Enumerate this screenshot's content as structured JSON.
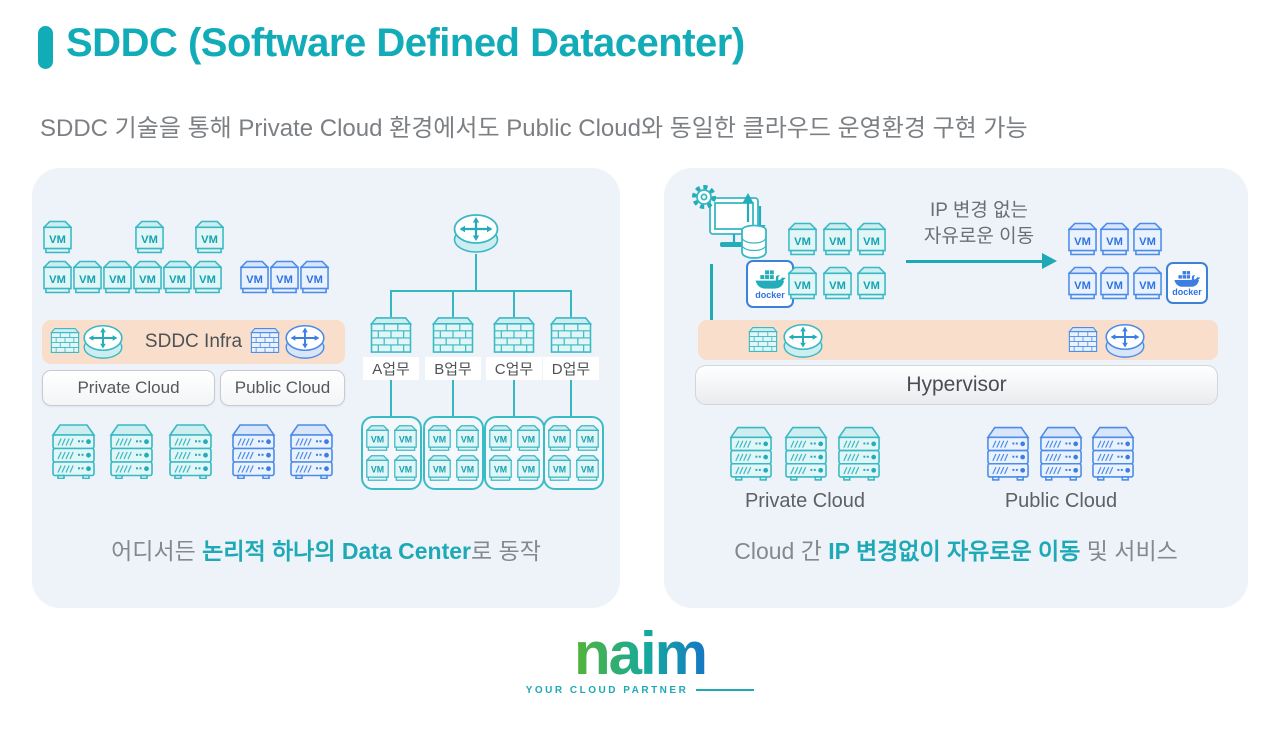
{
  "header": {
    "title": "SDDC (Software Defined Datacenter)",
    "subtitle": "SDDC 기술을 통해 Private Cloud 환경에서도 Public Cloud와 동일한  클라우드 운영환경 구현 가능"
  },
  "shared": {
    "vm_label": "VM",
    "docker_label": "docker"
  },
  "left_panel": {
    "infra_bar_label": "SDDC Infra",
    "private_cloud_button": "Private Cloud",
    "public_cloud_button": "Public Cloud",
    "workloads": [
      "A업무",
      "B업무",
      "C업무",
      "D업무"
    ],
    "caption": {
      "pre": "어디서든 ",
      "highlight": "논리적 하나의 Data Center",
      "post": "로 동작"
    }
  },
  "right_panel": {
    "migration_note_line1": "IP 변경 없는",
    "migration_note_line2": "자유로운 이동",
    "hypervisor_label": "Hypervisor",
    "private_cloud_label": "Private Cloud",
    "public_cloud_label": "Public Cloud",
    "caption": {
      "pre": "Cloud 간 ",
      "highlight": "IP 변경없이 자유로운 이동",
      "post": " 및 서비스"
    }
  },
  "logo": {
    "wordmark": "naim",
    "tagline": "YOUR CLOUD PARTNER"
  },
  "colors": {
    "accent_teal": "#14ACB8",
    "accent_blue": "#3D7FE0",
    "infra_bar_peach": "#F9DFCB",
    "panel_background": "#EEF3F9",
    "caption_gray": "#85888C"
  }
}
